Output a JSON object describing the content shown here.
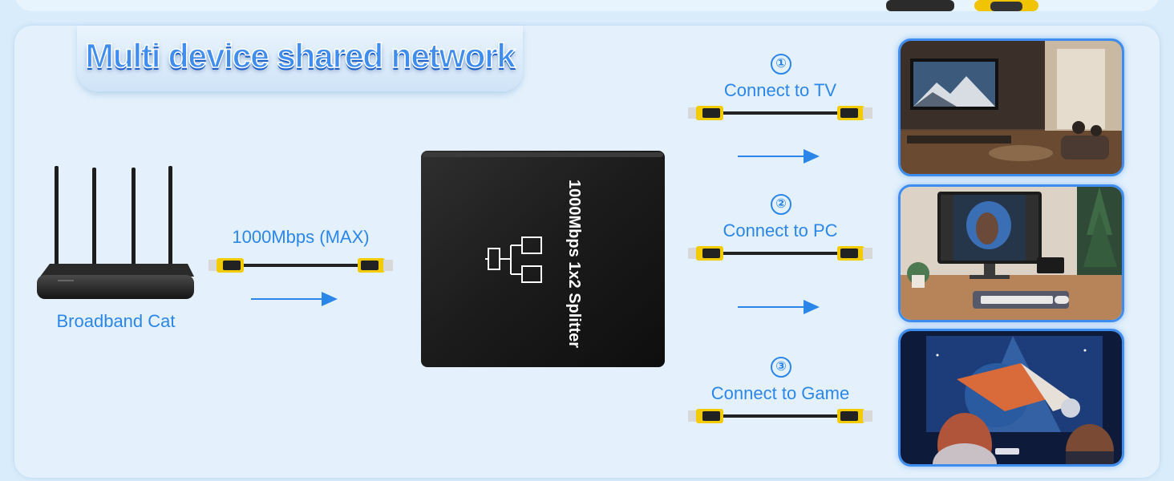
{
  "banner": {
    "title": "Multi device shared network"
  },
  "source": {
    "device_label": "Broadband Cat",
    "cable_label": "1000Mbps (MAX)"
  },
  "splitter": {
    "label": "1000Mbps 1x2 Splitter"
  },
  "outputs": [
    {
      "number": "①",
      "label": "Connect to TV"
    },
    {
      "number": "②",
      "label": "Connect to PC"
    },
    {
      "number": "③",
      "label": "Connect to Game"
    }
  ],
  "colors": {
    "accent": "#2b86ea",
    "photo_border": "#3d8cf0",
    "background": "#e4f1fc"
  },
  "icons": [
    "network-topology-icon",
    "ethernet-cable-icon",
    "arrow-right-icon",
    "router-icon"
  ]
}
